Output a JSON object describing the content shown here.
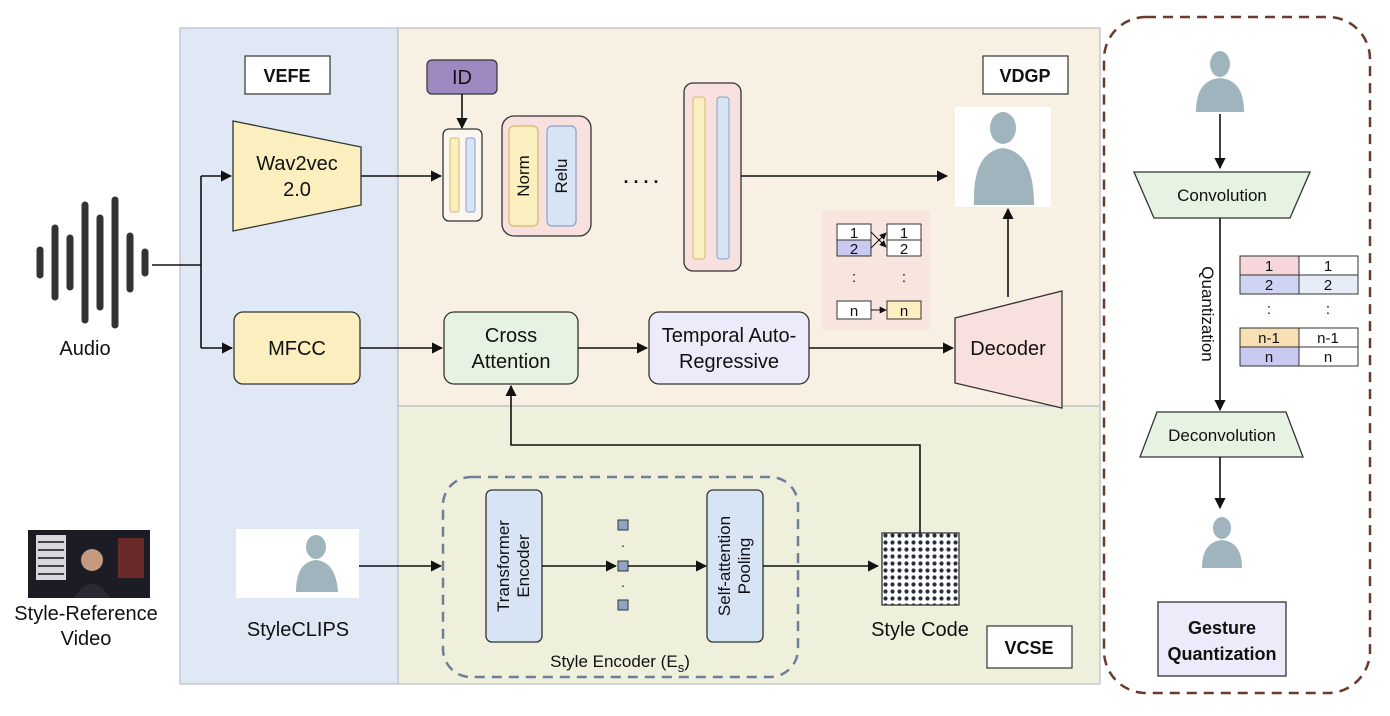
{
  "labels": {
    "audio": "Audio",
    "style_video_line1": "Style-Reference",
    "style_video_line2": "Video",
    "vefe": "VEFE",
    "vdgp": "VDGP",
    "vcse": "VCSE",
    "id": "ID",
    "wav2vec_line1": "Wav2vec",
    "wav2vec_line2": "2.0",
    "mfcc": "MFCC",
    "styleclips": "StyleCLIPS",
    "norm": "Norm",
    "relu": "Relu",
    "ellipsis": ". . . .",
    "cross_attention_line1": "Cross",
    "cross_attention_line2": "Attention",
    "temporal_line1": "Temporal Auto-",
    "temporal_line2": "Regressive",
    "decoder": "Decoder",
    "transformer_line1": "Transformer",
    "transformer_line2": "Encoder",
    "selfatt_line1": "Self-attention",
    "selfatt_line2": "Pooling",
    "style_encoder": "Style Encoder  (E",
    "style_encoder_sub": "s",
    "style_encoder_close": ")",
    "style_code": "Style Code",
    "convolution": "Convolution",
    "deconvolution": "Deconvolution",
    "quantization": "Quantization",
    "gesture_q_line1": "Gesture",
    "gesture_q_line2": "Quantization"
  },
  "ar_table": {
    "top1": "1",
    "top2": "2",
    "dots": ":",
    "last": "n"
  },
  "q_table": {
    "rows": [
      {
        "a": "1",
        "b": "1",
        "color": "#f6d6da"
      },
      {
        "a": "2",
        "b": "2",
        "color": "#cfd4f2"
      },
      {
        "a": ":",
        "b": ":",
        "color": "#ffffff"
      },
      {
        "a": "n-1",
        "b": "n-1",
        "color": "#f8dfb4"
      },
      {
        "a": "n",
        "b": "n",
        "color": "#c9c9f2"
      }
    ]
  },
  "colors": {
    "vefe_bg": "#dfe8f4",
    "vdgp_bg": "#f8f0e3",
    "vcse_bg": "#eef0dc",
    "yellow_fill": "#fbefc0",
    "pink_fill": "#f8e0de",
    "green_fill": "#e6f3e3",
    "purple_fill": "#ecebfa",
    "blue_fill": "#d6e4f5",
    "id_fill": "#9f88c0",
    "dashed_brown": "#6b3a2a",
    "dashed_gray": "#6f7e96"
  }
}
